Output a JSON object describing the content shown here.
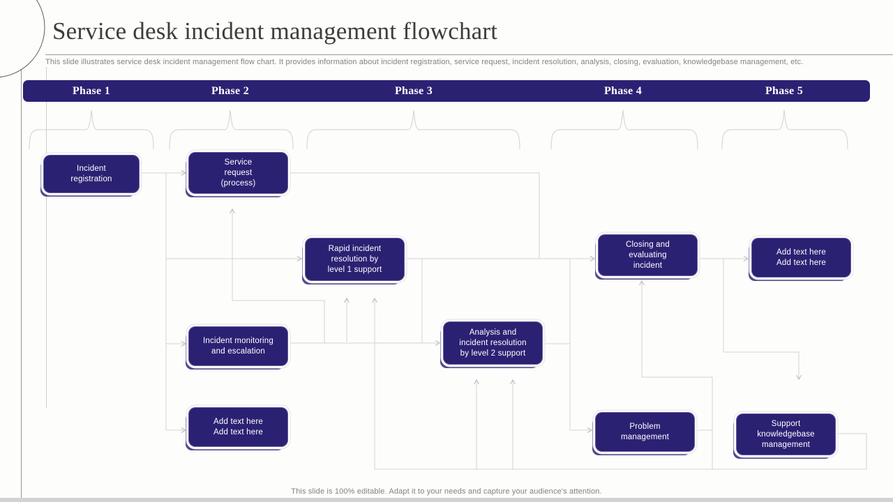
{
  "slide": {
    "title": "Service desk incident management flowchart",
    "subtitle": "This slide illustrates service desk incident management flow chart. It provides information about incident registration, service request, incident resolution, analysis, closing, evaluation, knowledgebase management, etc.",
    "footer": "This slide is 100% editable. Adapt it to your needs and capture your audience's attention."
  },
  "colors": {
    "accent_navy": "#2B2173",
    "connector_gray": "#D4D4D4",
    "muted_text": "#828282"
  },
  "phases": [
    {
      "label": "Phase 1"
    },
    {
      "label": "Phase 2"
    },
    {
      "label": "Phase 3"
    },
    {
      "label": "Phase 4"
    },
    {
      "label": "Phase 5"
    }
  ],
  "flowchart": {
    "nodes": [
      {
        "id": "incident-registration",
        "label": "Incident\nregistration"
      },
      {
        "id": "service-request",
        "label": "Service\nrequest\n(process)"
      },
      {
        "id": "rapid-incident-resolution",
        "label": "Rapid incident\nresolution by\nlevel 1 support"
      },
      {
        "id": "incident-monitoring",
        "label": "Incident monitoring\nand escalation"
      },
      {
        "id": "add-text-left",
        "label": "Add text here\nAdd text here"
      },
      {
        "id": "analysis-resolution",
        "label": "Analysis and\nincident resolution\nby level 2 support"
      },
      {
        "id": "closing-evaluating",
        "label": "Closing and\nevaluating\nincident"
      },
      {
        "id": "add-text-right",
        "label": "Add text here\nAdd text here"
      },
      {
        "id": "problem-management",
        "label": "Problem\nmanagement"
      },
      {
        "id": "support-knowledgebase",
        "label": "Support\nknowledgebase\nmanagement"
      }
    ],
    "edges": [
      {
        "from": "incident-registration",
        "to": "service-request"
      },
      {
        "from": "incident-registration",
        "to": "rapid-incident-resolution"
      },
      {
        "from": "incident-registration",
        "to": "incident-monitoring"
      },
      {
        "from": "incident-registration",
        "to": "add-text-left"
      },
      {
        "from": "service-request",
        "to": "closing-evaluating"
      },
      {
        "from": "rapid-incident-resolution",
        "to": "closing-evaluating"
      },
      {
        "from": "incident-monitoring",
        "to": "analysis-resolution"
      },
      {
        "from": "incident-monitoring",
        "to": "service-request"
      },
      {
        "from": "incident-monitoring",
        "to": "rapid-incident-resolution"
      },
      {
        "from": "analysis-resolution",
        "to": "problem-management"
      },
      {
        "from": "closing-evaluating",
        "to": "add-text-right"
      },
      {
        "from": "add-text-right",
        "to": "support-knowledgebase"
      },
      {
        "from": "problem-management",
        "to": "closing-evaluating"
      }
    ]
  }
}
